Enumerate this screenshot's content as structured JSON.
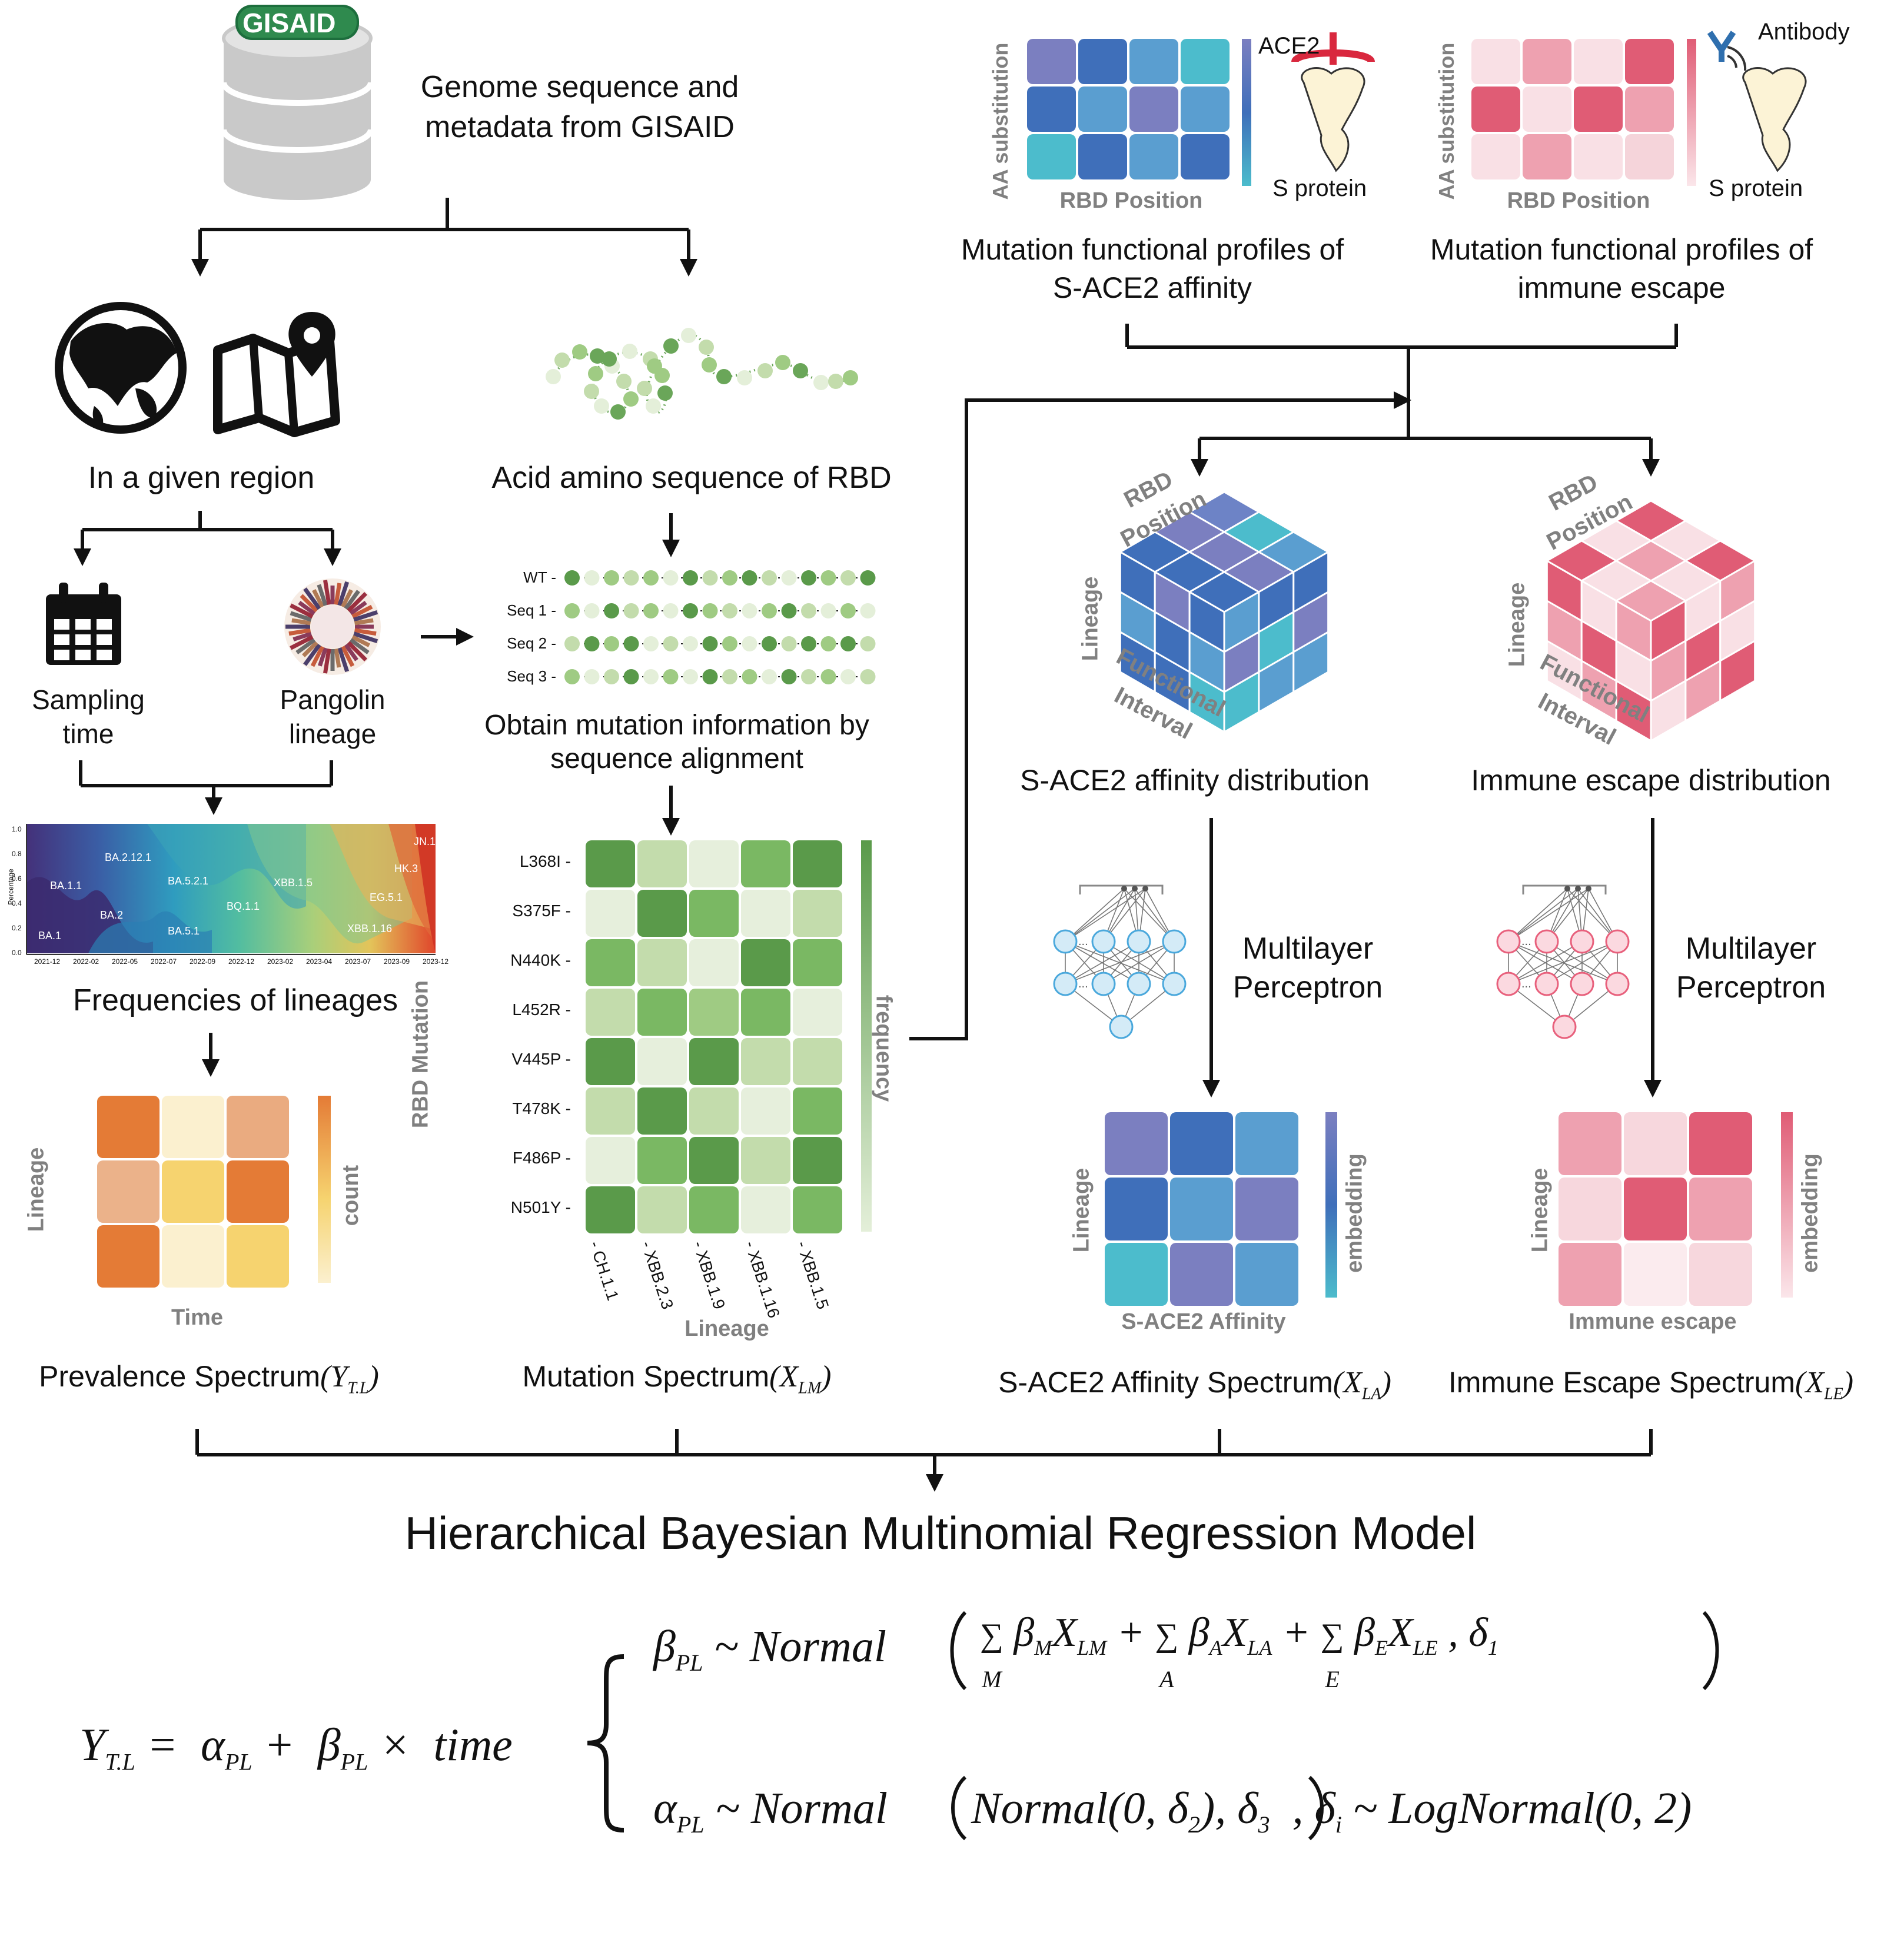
{
  "gisaid": {
    "logo_text": "GISAID",
    "caption_line1": "Genome sequence and",
    "caption_line2": "metadata from GISAID"
  },
  "region": {
    "label": "In a given region",
    "sampling_line1": "Sampling",
    "sampling_line2": "time",
    "pangolin_line1": "Pangolin",
    "pangolin_line2": "lineage"
  },
  "rbd_sequence": {
    "label": "Acid amino sequence of RBD",
    "rows": [
      "WT -",
      "Seq 1 -",
      "Seq 2 -",
      "Seq 3 -"
    ],
    "alignment_line1": "Obtain mutation information by",
    "alignment_line2": "sequence alignment"
  },
  "lineage_chart": {
    "caption": "Frequencies of lineages",
    "y_label": "Percentage",
    "y_ticks": [
      "0.0",
      "0.2",
      "0.4",
      "0.6",
      "0.8",
      "1.0"
    ],
    "x_ticks": [
      "2021-12",
      "2022-02",
      "2022-05",
      "2022-07",
      "2022-09",
      "2022-12",
      "2023-02",
      "2023-04",
      "2023-07",
      "2023-09",
      "2023-12"
    ],
    "lineages": [
      "BA.1",
      "BA.1.1",
      "BA.2",
      "BA.2.12.1",
      "BA.5.1",
      "BA.5.2.1",
      "BQ.1.1",
      "XBB.1.5",
      "XBB.1.16",
      "EG.5.1",
      "HK.3",
      "JN.1"
    ]
  },
  "prevalence": {
    "y_label": "Lineage",
    "x_label": "Time",
    "bar_label": "count",
    "title": "Prevalence Spectrum",
    "symbol": "Y",
    "sub": "T.L",
    "colors": [
      "#e47b36",
      "#fbf0cf",
      "#eaab80",
      "#ebb28a",
      "#f6d36f",
      "#e47b36",
      "#e47b36",
      "#fbf0cf",
      "#f6d36f"
    ]
  },
  "mutation": {
    "rows": [
      "L368I -",
      "S375F -",
      "N440K -",
      "L452R -",
      "V445P -",
      "T478K -",
      "F486P -",
      "N501Y -"
    ],
    "cols": [
      "- CH.1.1",
      "- XBB.2.3",
      "- XBB.1.9",
      "- XBB.1.16",
      "- XBB.1.5"
    ],
    "y_label": "RBD Mutation",
    "x_label": "Lineage",
    "bar_label": "frequency",
    "title": "Mutation Spectrum",
    "symbol": "X",
    "sub": "LM",
    "levels": [
      [
        4,
        1,
        0,
        3,
        4
      ],
      [
        0,
        4,
        3,
        0,
        1
      ],
      [
        3,
        1,
        0,
        4,
        3
      ],
      [
        1,
        3,
        2,
        3,
        0
      ],
      [
        4,
        0,
        4,
        1,
        1
      ],
      [
        1,
        4,
        1,
        0,
        3
      ],
      [
        0,
        3,
        4,
        1,
        4
      ],
      [
        4,
        1,
        3,
        0,
        3
      ]
    ]
  },
  "profiles": {
    "ace2": {
      "y_label": "AA substitution",
      "x_label": "RBD Position",
      "protein_label": "ACE2",
      "s_label": "S protein",
      "title_line1": "Mutation functional profiles of",
      "title_line2": "S-ACE2 affinity",
      "colors": [
        "#7b7fc0",
        "#3f6fba",
        "#5a9ed0",
        "#4cbccc",
        "#3f6fba",
        "#5a9ed0",
        "#7b7fc0",
        "#5a9ed0",
        "#4cbccc",
        "#3f6fba",
        "#5a9ed0",
        "#3f6fba"
      ]
    },
    "immune": {
      "y_label": "AA substitution",
      "x_label": "RBD Position",
      "protein_label": "Antibody",
      "s_label": "S protein",
      "title_line1": "Mutation functional profiles of",
      "title_line2": "immune escape",
      "colors": [
        "#f9e0e5",
        "#eea1b0",
        "#f9e0e5",
        "#e05c75",
        "#e05c75",
        "#f9e0e5",
        "#e05c75",
        "#eea1b0",
        "#f9e0e5",
        "#eea1b0",
        "#f9e0e5",
        "#f5d4da"
      ]
    }
  },
  "cubes": {
    "ace2": {
      "top_label_line1": "RBD",
      "top_label_line2": "Position",
      "left_label": "Lineage",
      "bottom_label_line1": "Functional",
      "bottom_label_line2": "Interval",
      "title": "S-ACE2 affinity distribution"
    },
    "immune": {
      "top_label_line1": "RBD",
      "top_label_line2": "Position",
      "left_label": "Lineage",
      "bottom_label_line1": "Functional",
      "bottom_label_line2": "Interval",
      "title": "Immune escape distribution"
    }
  },
  "mlp": {
    "label_line1": "Multilayer",
    "label_line2": "Perceptron",
    "dots": "...",
    "ace2_color": "#4aa8dc",
    "immune_color": "#e8607c"
  },
  "affinity": {
    "y_label": "Lineage",
    "x_label": "S-ACE2 Affinity",
    "bar_label": "embedding",
    "title": "S-ACE2 Affinity Spectrum",
    "symbol": "X",
    "sub": "LA",
    "colors": [
      "#7b7fc0",
      "#3f6fba",
      "#5a9ed0",
      "#3f6fba",
      "#5a9ed0",
      "#7b7fc0",
      "#4cbccc",
      "#7b7fc0",
      "#5a9ed0"
    ]
  },
  "escape": {
    "y_label": "Lineage",
    "x_label": "Immune escape",
    "bar_label": "embedding",
    "title": "Immune Escape Spectrum",
    "symbol": "X",
    "sub": "LE",
    "colors": [
      "#eea1b0",
      "#f7d7dd",
      "#e05c75",
      "#f7d7dd",
      "#e05c75",
      "#eea1b0",
      "#eea1b0",
      "#fbebee",
      "#f7d7dd"
    ]
  },
  "model": {
    "title": "Hierarchical Bayesian Multinomial Regression Model"
  }
}
